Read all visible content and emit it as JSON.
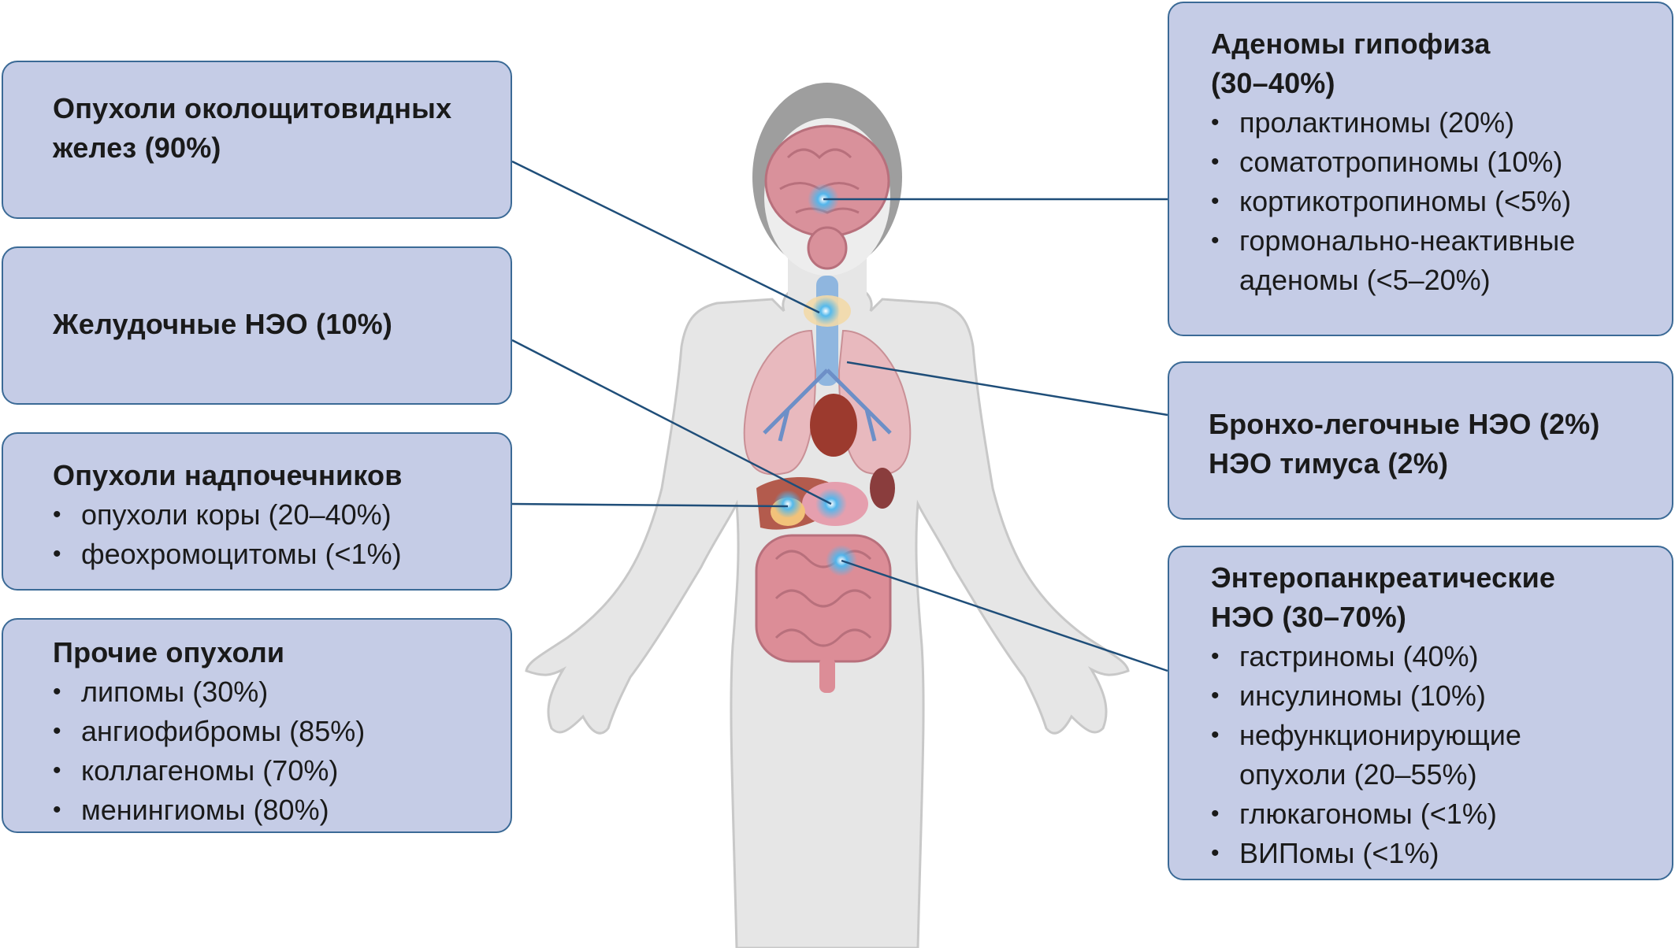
{
  "boxes": {
    "parathyroid": {
      "title": "Опухоли околощитовидных желез (90%)"
    },
    "gastric": {
      "title": "Желудочные НЭО (10%)"
    },
    "adrenal": {
      "title": "Опухоли надпочечников",
      "items": [
        "опухоли коры (20–40%)",
        "феохромоцитомы (<1%)"
      ]
    },
    "other": {
      "title": "Прочие опухоли",
      "items": [
        "липомы (30%)",
        "ангиофибромы (85%)",
        "коллагеномы (70%)",
        "менингиомы (80%)"
      ]
    },
    "pituitary": {
      "title": "Аденомы гипофиза (30–40%)",
      "items": [
        "пролактиномы (20%)",
        "соматотропиномы (10%)",
        "кортикотропиномы (<5%)",
        "гормонально-неактивные аденомы (<5–20%)"
      ]
    },
    "bronchial": {
      "title_line1": "Бронхо-легочные НЭО (2%)",
      "title_line2": "НЭО тимуса (2%)"
    },
    "enteropancreatic": {
      "title": "Энтеропанкреатические НЭО (30–70%)",
      "items": [
        "гастриномы (40%)",
        "инсулиномы (10%)",
        "нефункционирующие опухоли (20–55%)",
        "глюкагономы (<1%)",
        "ВИПомы (<1%)"
      ]
    }
  },
  "colors": {
    "box_fill": "#c5cce6",
    "box_border": "#3b6a96",
    "connector": "#1f4e79",
    "body_fill": "#e6e6e6",
    "organ_red": "#d9919b",
    "trachea": "#8fb6df",
    "highlight": "#4db8f0"
  }
}
